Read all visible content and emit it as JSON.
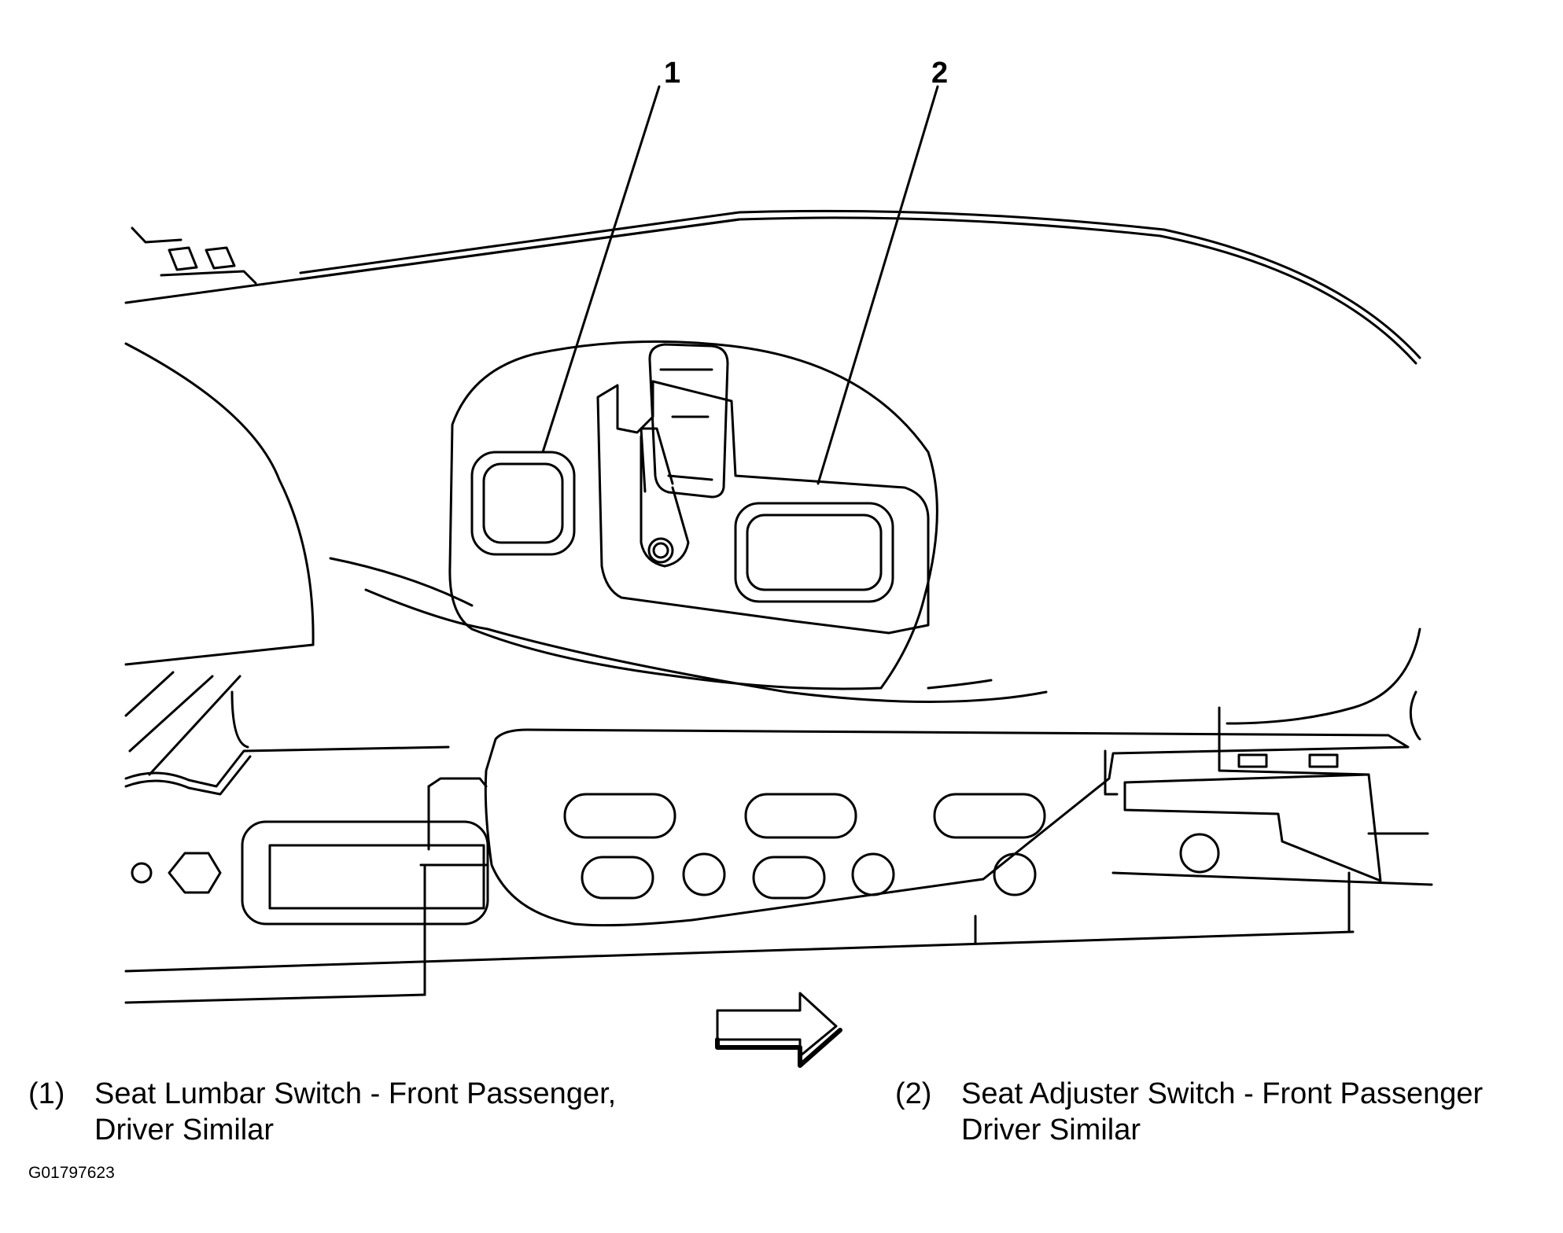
{
  "callouts": [
    "1",
    "2"
  ],
  "legend": [
    {
      "index": "(1)",
      "line1": "Seat Lumbar Switch - Front Passenger,",
      "line2": "Driver Similar"
    },
    {
      "index": "(2)",
      "line1": "Seat Adjuster Switch - Front Passenger",
      "line2": "Driver Similar"
    }
  ],
  "figure_id": "G01797623",
  "colors": {
    "line": "#000000",
    "background": "#ffffff"
  }
}
